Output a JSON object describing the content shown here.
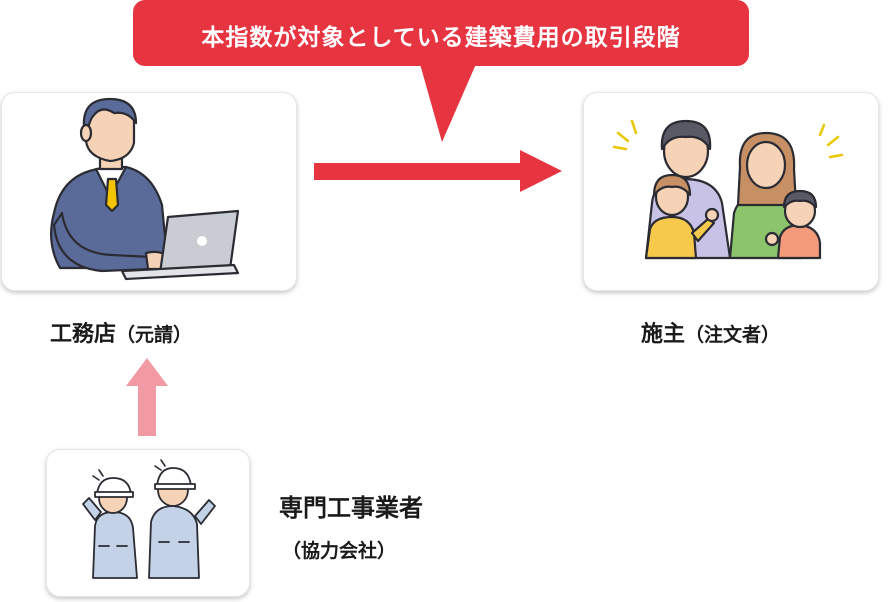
{
  "callout": {
    "text": "本指数が対象としている建築費用の取引段階"
  },
  "nodes": {
    "contractor": {
      "name": "工務店",
      "sub": "（元請）"
    },
    "client": {
      "name": "施主",
      "sub": "（注文者）"
    },
    "subcontractor": {
      "name": "専門工事業者",
      "sub": "（協力会社）"
    }
  },
  "colors": {
    "accent_red": "#e63441",
    "pink_arrow": "#f19aa4",
    "navy": "#5a6b99",
    "skin": "#f6d3b6",
    "outline": "#2b2b33"
  },
  "icons": {
    "contractor": "worker-at-laptop-icon",
    "client": "family-icon",
    "subcontractor": "construction-workers-icon"
  }
}
